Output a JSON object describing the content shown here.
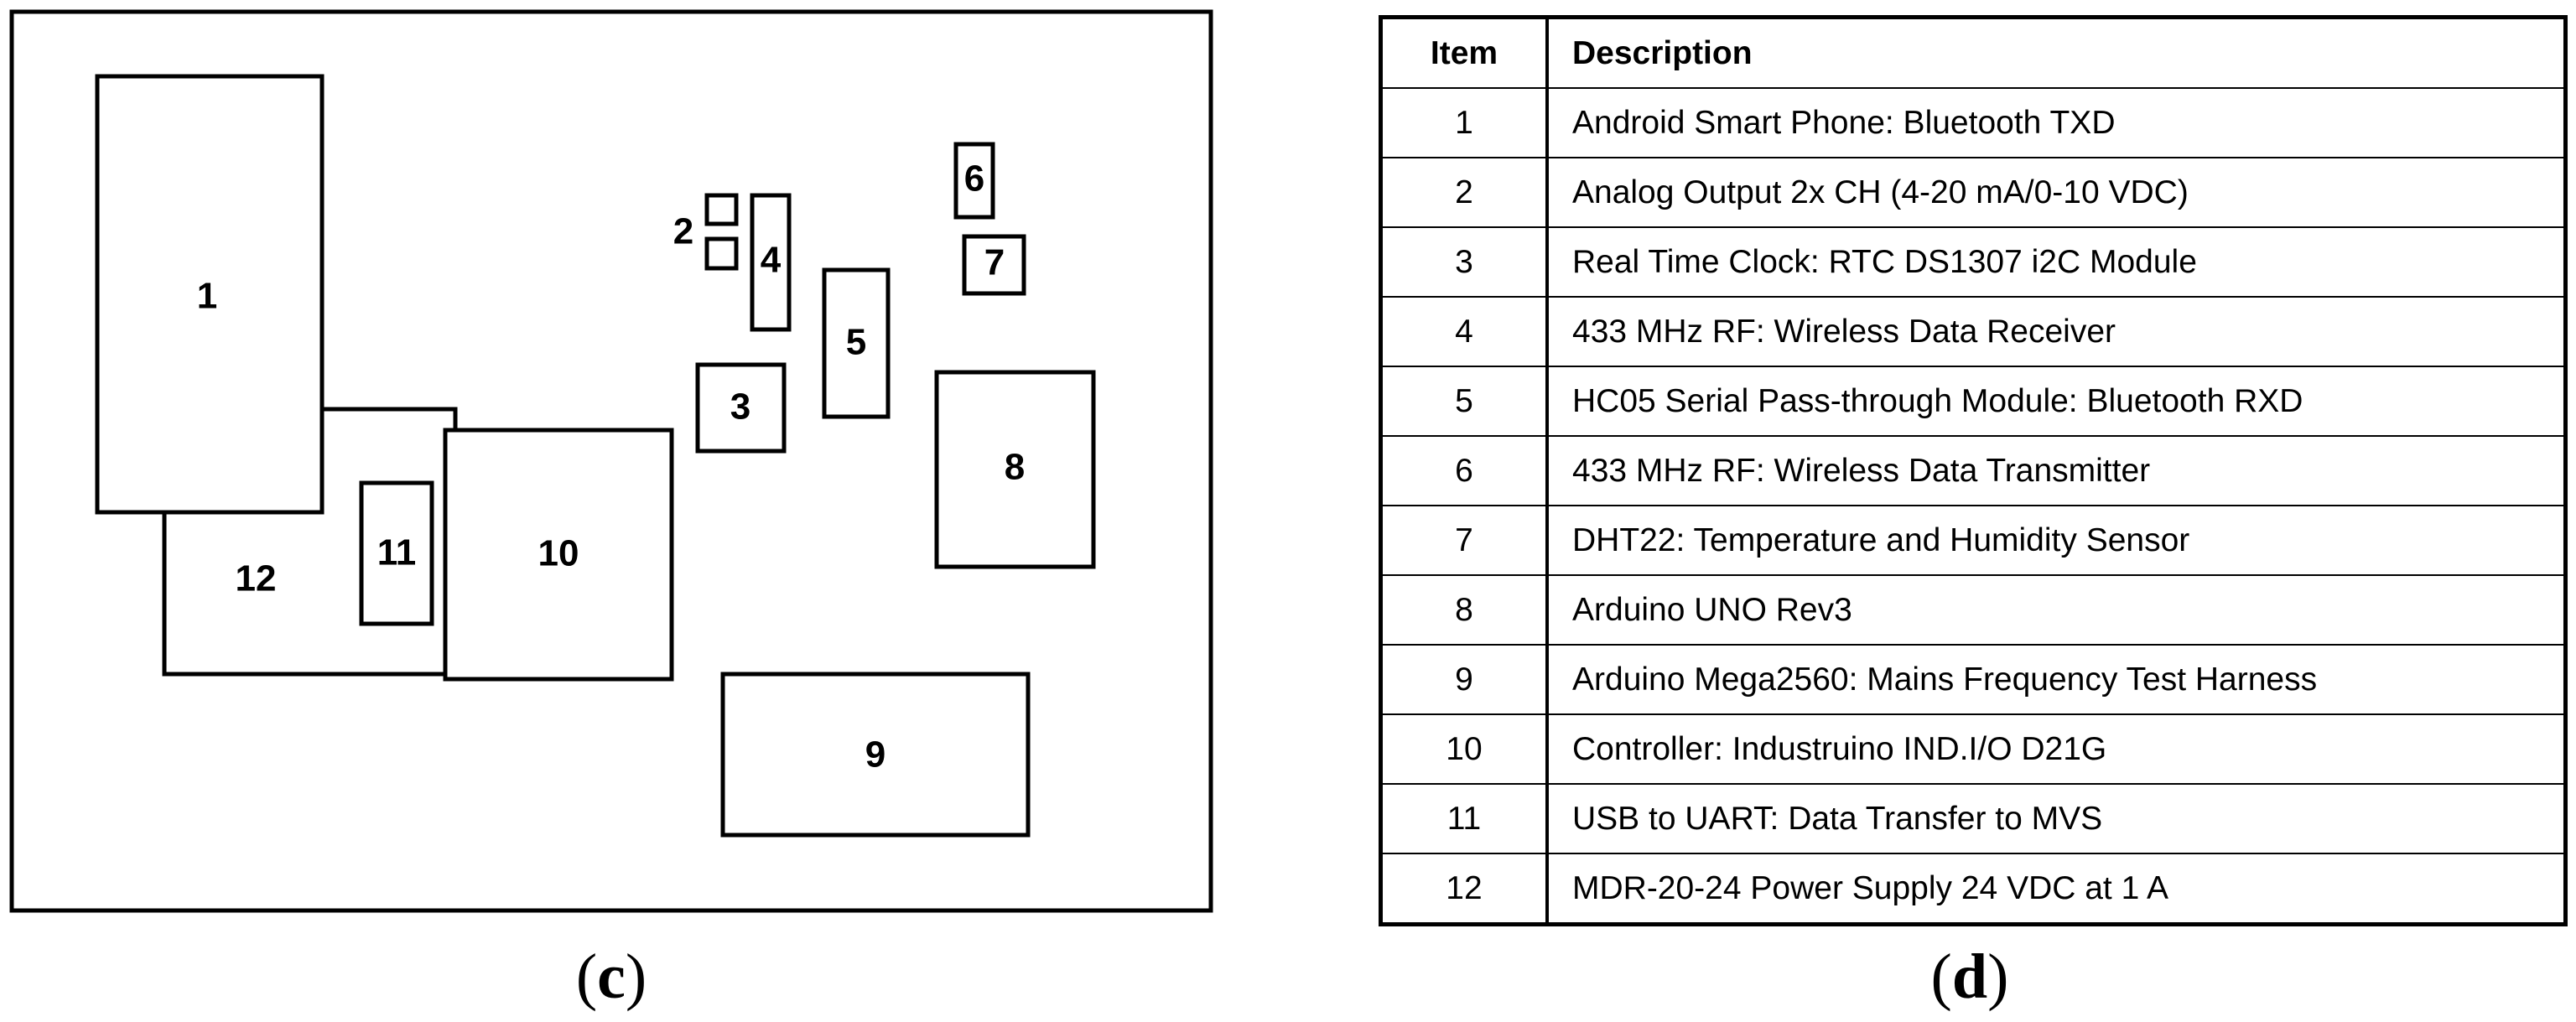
{
  "diagram": {
    "components": [
      {
        "id": "1",
        "label": "1"
      },
      {
        "id": "2",
        "label": "2"
      },
      {
        "id": "3",
        "label": "3"
      },
      {
        "id": "4",
        "label": "4"
      },
      {
        "id": "5",
        "label": "5"
      },
      {
        "id": "6",
        "label": "6"
      },
      {
        "id": "7",
        "label": "7"
      },
      {
        "id": "8",
        "label": "8"
      },
      {
        "id": "9",
        "label": "9"
      },
      {
        "id": "10",
        "label": "10"
      },
      {
        "id": "11",
        "label": "11"
      },
      {
        "id": "12",
        "label": "12"
      }
    ]
  },
  "legend": {
    "headers": {
      "item": "Item",
      "description": "Description"
    },
    "rows": [
      {
        "item": "1",
        "description": "Android Smart Phone: Bluetooth TXD"
      },
      {
        "item": "2",
        "description": "Analog Output 2x CH (4-20 mA/0-10 VDC)"
      },
      {
        "item": "3",
        "description": "Real Time Clock: RTC DS1307 i2C Module"
      },
      {
        "item": "4",
        "description": "433 MHz RF: Wireless Data Receiver"
      },
      {
        "item": "5",
        "description": "HC05 Serial Pass-through Module: Bluetooth RXD"
      },
      {
        "item": "6",
        "description": "433 MHz RF: Wireless Data Transmitter"
      },
      {
        "item": "7",
        "description": "DHT22: Temperature and Humidity Sensor"
      },
      {
        "item": "8",
        "description": "Arduino UNO Rev3"
      },
      {
        "item": "9",
        "description": "Arduino Mega2560: Mains Frequency Test Harness"
      },
      {
        "item": "10",
        "description": "Controller: Industruino IND.I/O D21G"
      },
      {
        "item": "11",
        "description": "USB to UART: Data Transfer to MVS"
      },
      {
        "item": "12",
        "description": "MDR-20-24 Power Supply 24 VDC at 1 A"
      }
    ]
  },
  "panels": {
    "left": {
      "letter": "c"
    },
    "right": {
      "letter": "d"
    }
  }
}
